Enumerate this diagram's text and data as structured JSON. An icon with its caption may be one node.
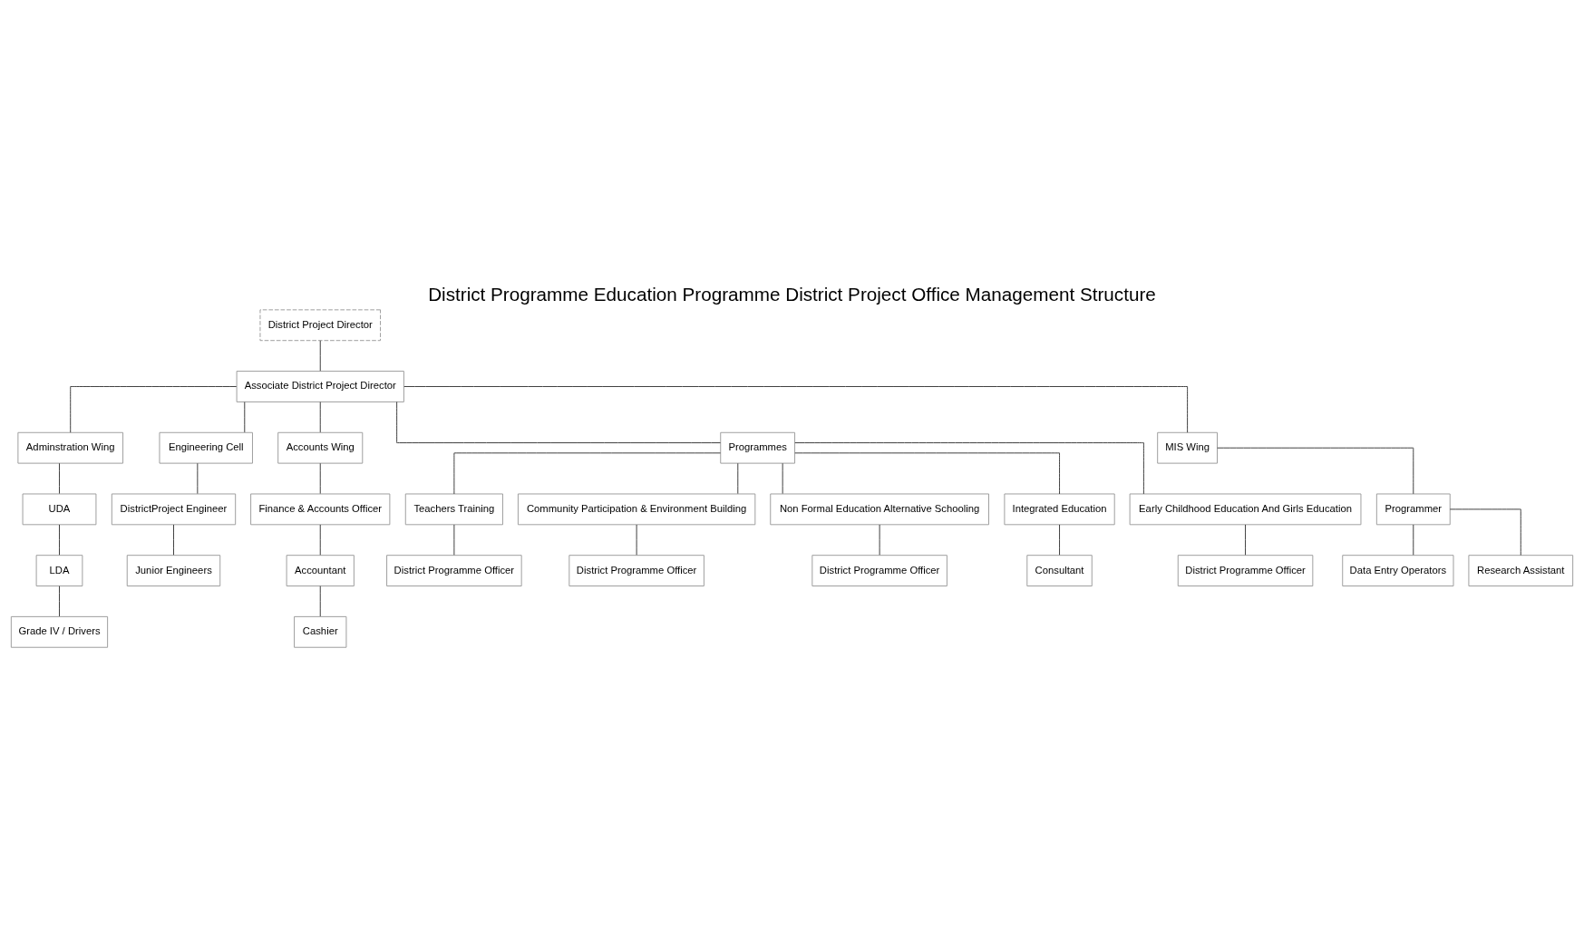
{
  "diagram": {
    "title": "District Programme Education Programme District Project Office Management Structure",
    "nodes": [
      {
        "text": [
          "District Project Director"
        ]
      },
      {
        "text": [
          "Associate District Project Director"
        ]
      },
      {
        "text": [
          "Adminstration Wing"
        ]
      },
      {
        "text": [
          "Engineering Cell"
        ]
      },
      {
        "text": [
          "Accounts Wing"
        ]
      },
      {
        "text": [
          "Programmes"
        ]
      },
      {
        "text": [
          "MIS Wing"
        ]
      },
      {
        "text": [
          "UDA"
        ]
      },
      {
        "text": [
          "DistrictProject Engineer"
        ]
      },
      {
        "text": [
          "Finance & Accounts Officer"
        ]
      },
      {
        "text": [
          "Teachers Training"
        ]
      },
      {
        "text": [
          "Community Participation & Environment Building"
        ]
      },
      {
        "text": [
          "Non Formal Education Alternative Schooling"
        ]
      },
      {
        "text": [
          "Integrated Education"
        ]
      },
      {
        "text": [
          "Early Childhood Education And Girls Education"
        ]
      },
      {
        "text": [
          "Programmer"
        ]
      },
      {
        "text": [
          "LDA"
        ]
      },
      {
        "text": [
          "Junior Engineers"
        ]
      },
      {
        "text": [
          "Accountant"
        ]
      },
      {
        "text": [
          "District Programme Officer"
        ]
      },
      {
        "text": [
          "District Programme Officer"
        ]
      },
      {
        "text": [
          "District Programme Officer"
        ]
      },
      {
        "text": [
          "Consultant"
        ]
      },
      {
        "text": [
          "District Programme Officer"
        ]
      },
      {
        "text": [
          "Data Entry Operators"
        ]
      },
      {
        "text": [
          "Research Assistant"
        ]
      },
      {
        "text": [
          "Grade IV / Drivers"
        ]
      },
      {
        "text": [
          "Cashier"
        ]
      }
    ],
    "edges": [
      {
        "from": 0,
        "to": 1,
        "arrow": "none"
      },
      {
        "from": 1,
        "to": 2,
        "arrow": "none"
      },
      {
        "from": 1,
        "to": 3,
        "arrow": "none"
      },
      {
        "from": 1,
        "to": 4,
        "arrow": "none"
      },
      {
        "from": 1,
        "to": 5,
        "arrow": "none"
      },
      {
        "from": 1,
        "to": 6,
        "arrow": "none"
      },
      {
        "from": 2,
        "to": 7,
        "arrow": "none"
      },
      {
        "from": 3,
        "to": 8,
        "arrow": "none"
      },
      {
        "from": 4,
        "to": 9,
        "arrow": "none"
      },
      {
        "from": 5,
        "to": 10,
        "arrow": "none"
      },
      {
        "from": 5,
        "to": 11,
        "arrow": "none"
      },
      {
        "from": 5,
        "to": 12,
        "arrow": "none"
      },
      {
        "from": 5,
        "to": 13,
        "arrow": "none"
      },
      {
        "from": 5,
        "to": 14,
        "arrow": "none"
      },
      {
        "from": 6,
        "to": 15,
        "arrow": "none"
      },
      {
        "from": 7,
        "to": 16,
        "arrow": "none"
      },
      {
        "from": 8,
        "to": 17,
        "arrow": "none"
      },
      {
        "from": 9,
        "to": 18,
        "arrow": "none"
      },
      {
        "from": 10,
        "to": 19,
        "arrow": "none"
      },
      {
        "from": 11,
        "to": 20,
        "arrow": "none"
      },
      {
        "from": 12,
        "to": 21,
        "arrow": "none"
      },
      {
        "from": 13,
        "to": 22,
        "arrow": "none"
      },
      {
        "from": 14,
        "to": 23,
        "arrow": "none"
      },
      {
        "from": 15,
        "to": 24,
        "arrow": "none"
      },
      {
        "from": 15,
        "to": 25,
        "arrow": "none"
      },
      {
        "from": 16,
        "to": 26,
        "arrow": "none"
      },
      {
        "from": 18,
        "to": 27,
        "arrow": "none"
      }
    ]
  }
}
